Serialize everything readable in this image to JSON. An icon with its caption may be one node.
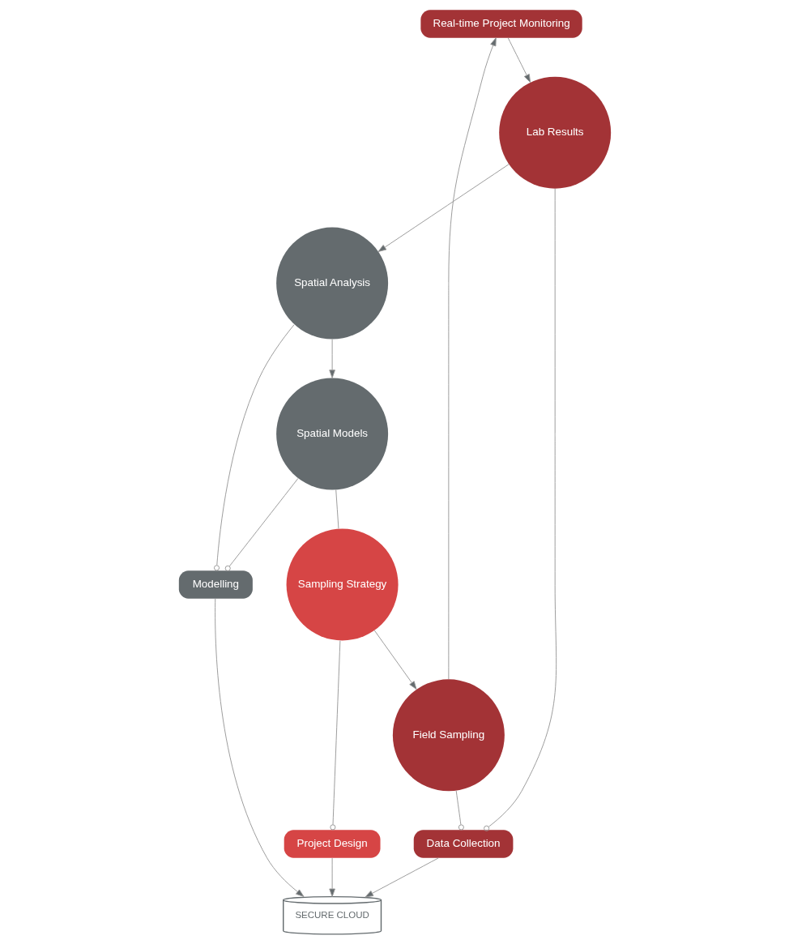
{
  "diagram": {
    "nodes": [
      {
        "text": [
          "Real-time Project Monitoring"
        ]
      },
      {
        "text": [
          "Field Sampling"
        ]
      },
      {
        "text": [
          "Lab Results"
        ]
      },
      {
        "text": [
          "Data Collection"
        ]
      },
      {
        "text": [
          "Project Design"
        ]
      },
      {
        "text": [
          "Modelling"
        ]
      },
      {
        "text": [
          "SECURE CLOUD"
        ]
      },
      {
        "text": [
          "Sampling Strategy"
        ]
      },
      {
        "text": [
          "Spatial Analysis"
        ]
      },
      {
        "text": [
          "Spatial Models"
        ]
      }
    ],
    "edges": [
      {
        "from": 1,
        "to": 0,
        "arrow": "to"
      },
      {
        "from": 0,
        "to": 2,
        "arrow": "to"
      },
      {
        "from": 2,
        "to": 8,
        "arrow": "to"
      },
      {
        "from": 8,
        "to": 9,
        "arrow": "to"
      },
      {
        "from": 9,
        "to": 7,
        "arrow": "none"
      },
      {
        "from": 7,
        "to": 1,
        "arrow": "to"
      },
      {
        "from": 1,
        "to": 3,
        "arrow": "other"
      },
      {
        "from": 2,
        "to": 3,
        "arrow": "other"
      },
      {
        "from": 8,
        "to": 5,
        "arrow": "other"
      },
      {
        "from": 9,
        "to": 5,
        "arrow": "other"
      },
      {
        "from": 7,
        "to": 4,
        "arrow": "other"
      },
      {
        "from": 3,
        "to": 6,
        "arrow": "to"
      },
      {
        "from": 5,
        "to": 6,
        "arrow": "to"
      },
      {
        "from": 4,
        "to": 6,
        "arrow": "to"
      }
    ]
  }
}
